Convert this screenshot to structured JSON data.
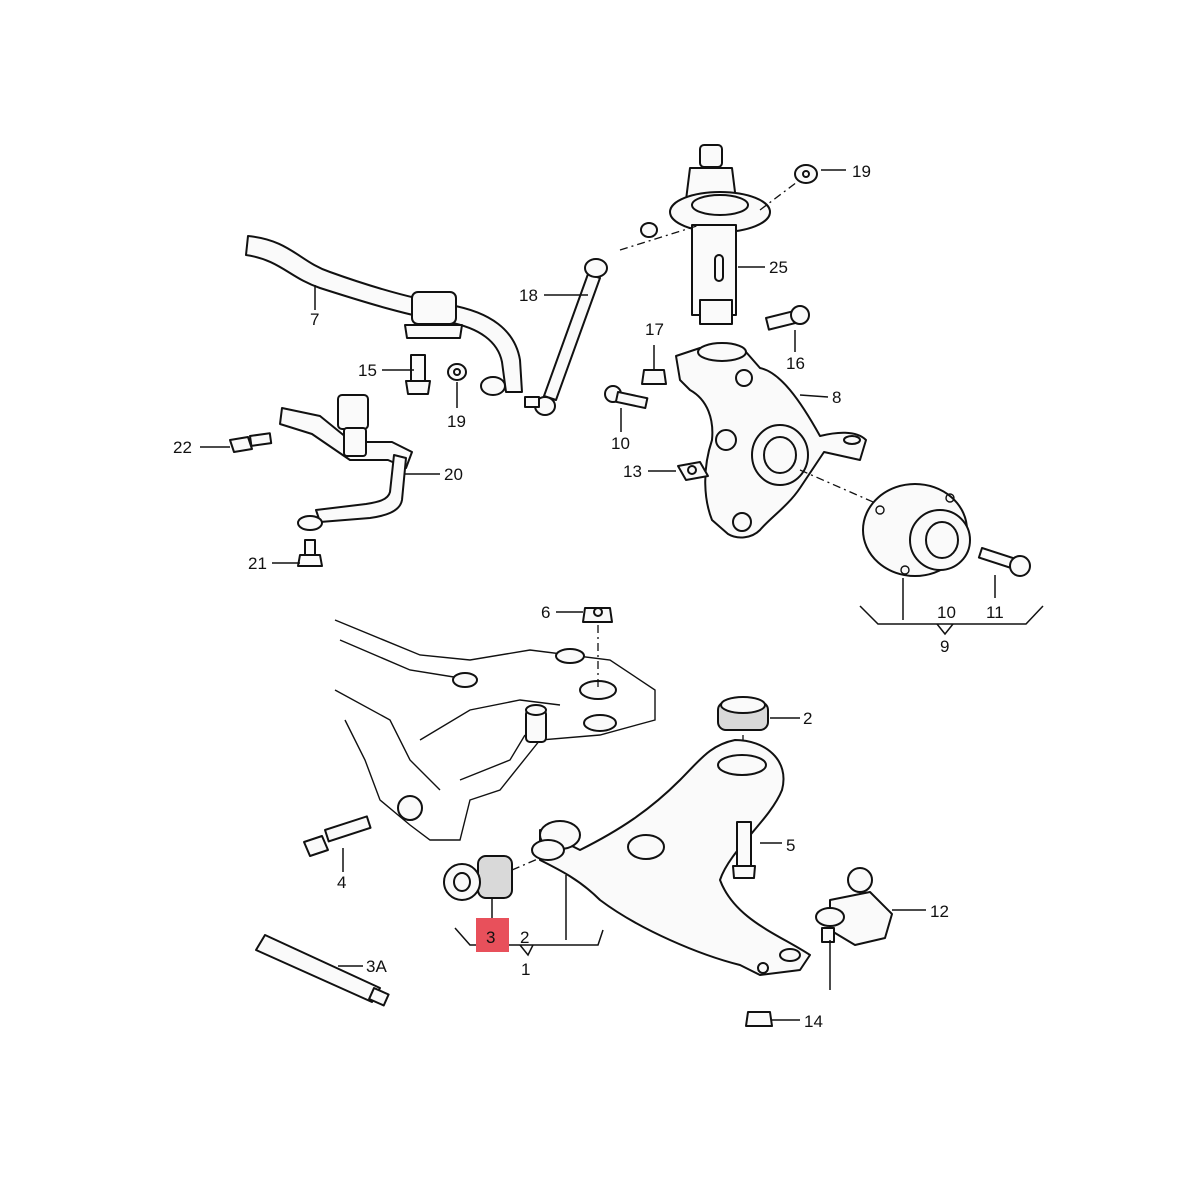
{
  "highlight": {
    "label": "3",
    "color": "#e8505b"
  },
  "callouts": {
    "c1": "1",
    "c2a": "2",
    "c2b": "2",
    "c3": "3",
    "c3A": "3A",
    "c4": "4",
    "c5": "5",
    "c6": "6",
    "c7": "7",
    "c8": "8",
    "c9": "9",
    "c10a": "10",
    "c10b": "10",
    "c11": "11",
    "c12": "12",
    "c13": "13",
    "c14": "14",
    "c15": "15",
    "c16": "16",
    "c17": "17",
    "c18": "18",
    "c19a": "19",
    "c19b": "19",
    "c20": "20",
    "c21": "21",
    "c22": "22",
    "c25": "25"
  }
}
